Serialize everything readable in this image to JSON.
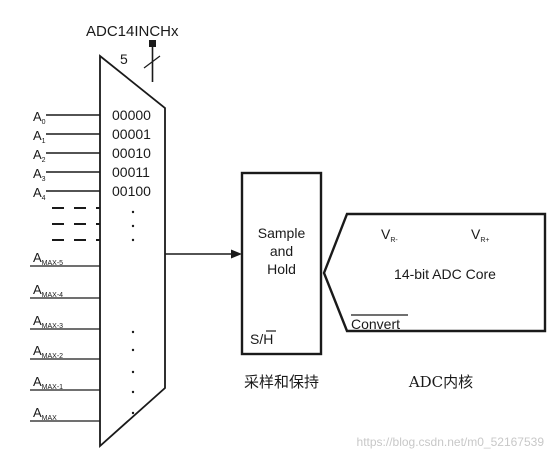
{
  "mux": {
    "select_label": "ADC14INCHx",
    "bus_width": "5",
    "codes": [
      "00000",
      "00001",
      "00010",
      "00011",
      "00100"
    ],
    "inputs_top": [
      {
        "base": "A",
        "sub": "0"
      },
      {
        "base": "A",
        "sub": "1"
      },
      {
        "base": "A",
        "sub": "2"
      },
      {
        "base": "A",
        "sub": "3"
      },
      {
        "base": "A",
        "sub": "4"
      }
    ],
    "inputs_bottom": [
      {
        "base": "A",
        "sub": "MAX-5"
      },
      {
        "base": "A",
        "sub": "MAX-4"
      },
      {
        "base": "A",
        "sub": "MAX-3"
      },
      {
        "base": "A",
        "sub": "MAX-2"
      },
      {
        "base": "A",
        "sub": "MAX-1"
      },
      {
        "base": "A",
        "sub": "MAX"
      }
    ]
  },
  "sample_hold": {
    "line1": "Sample",
    "line2": "and",
    "line3": "Hold",
    "control_s": "S/",
    "control_h": "H",
    "caption": "采样和保持"
  },
  "adc_core": {
    "vr_minus": {
      "base": "V",
      "sub": "R-"
    },
    "vr_plus": {
      "base": "V",
      "sub": "R+"
    },
    "title": "14-bit ADC Core",
    "convert": "Convert",
    "caption": "ADC内核"
  },
  "watermark": "https://blog.csdn.net/m0_52167539"
}
